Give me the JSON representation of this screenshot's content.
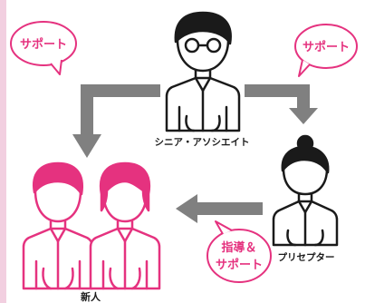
{
  "colors": {
    "accent": "#e5327f",
    "arrow": "#808080",
    "line": "#1a1a1a",
    "strip": "#f2cfe0"
  },
  "bubbles": {
    "left": "サポート",
    "right": "サポート",
    "bottom_line1": "指導＆",
    "bottom_line2": "サポート"
  },
  "roles": {
    "senior": "シニア・アソシエイト",
    "preceptor": "プリセプター",
    "newcomer": "新人"
  },
  "icons": {
    "senior": "person-with-glasses-icon",
    "preceptor": "person-with-bun-icon",
    "newcomer_male": "person-icon",
    "newcomer_female": "person-icon"
  }
}
